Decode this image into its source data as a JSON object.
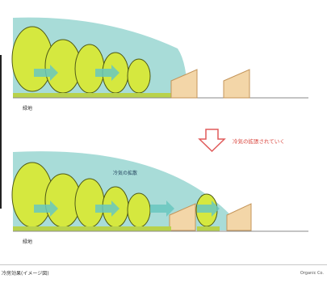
{
  "colors": {
    "canopy_fill": "#a8dcd8",
    "tree_fill": "#d5e83f",
    "tree_stroke": "#4f5a16",
    "arrow_fill": "#69c7c0",
    "building_fill": "#f3d6a8",
    "building_stroke": "#c4955a",
    "ground_line": "#8a8a8a",
    "grass": "#b8d24a",
    "transition_arrow": "#e05a5a",
    "transition_text": "#d9443c"
  },
  "top_panel": {
    "label": "緑地"
  },
  "transition": {
    "text": "冷気の拡張されていく"
  },
  "bottom_panel": {
    "cool_air_label": "冷気の拡散",
    "label": "緑地"
  },
  "footer": {
    "caption": "冷房効果(イメージ図)",
    "credit": "Organic Co."
  },
  "icons": [
    "down-arrow-icon",
    "flow-arrow-icon"
  ]
}
